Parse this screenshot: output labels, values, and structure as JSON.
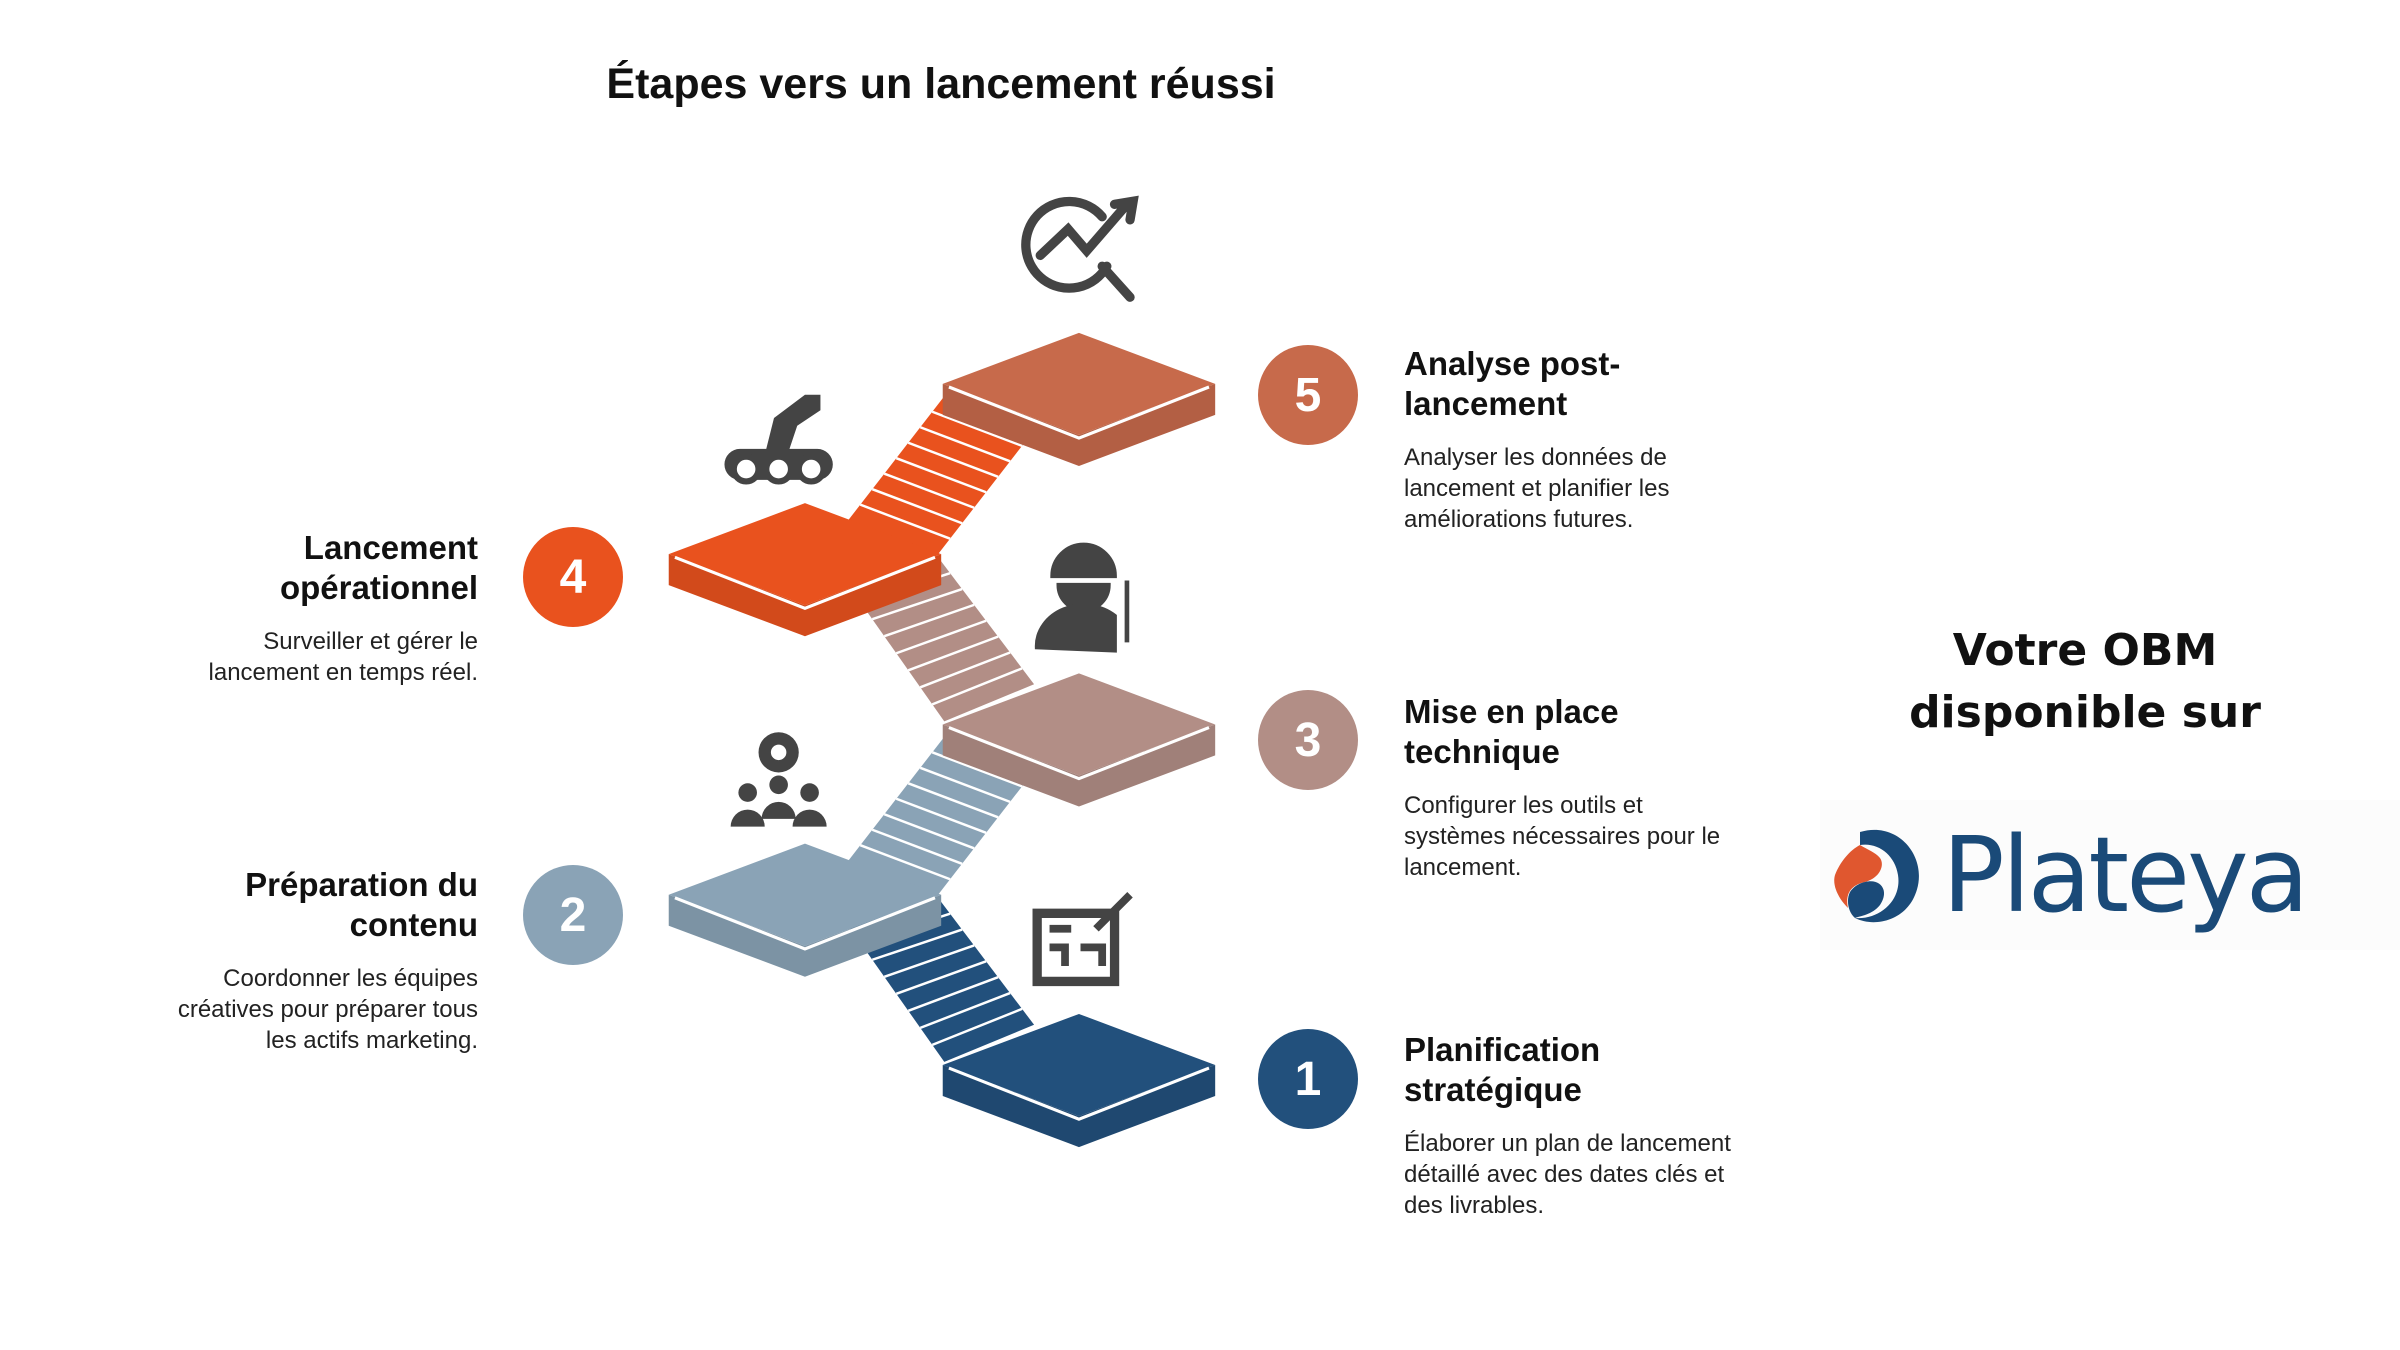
{
  "title": "Étapes vers un lancement réussi",
  "steps": [
    {
      "number": "1",
      "heading": "Planification stratégique",
      "description": "Élaborer un plan de lancement détaillé avec des dates clés et des livrables.",
      "icon": "planning-board-icon",
      "color": "#22507c"
    },
    {
      "number": "2",
      "heading": "Préparation du contenu",
      "description": "Coordonner les équipes créatives pour préparer tous les actifs marketing.",
      "icon": "team-gear-icon",
      "color": "#8aa3b6"
    },
    {
      "number": "3",
      "heading": "Mise en place technique",
      "description": "Configurer les outils et systèmes nécessaires pour le lancement.",
      "icon": "technician-wrench-icon",
      "color": "#b28e86"
    },
    {
      "number": "4",
      "heading": "Lancement opérationnel",
      "description": "Surveiller et gérer le lancement en temps réel.",
      "icon": "rover-robot-icon",
      "color": "#e9521e"
    },
    {
      "number": "5",
      "heading": "Analyse post-lancement",
      "description": "Analyser les données de lancement et planifier les améliorations futures.",
      "icon": "chart-magnifier-icon",
      "color": "#c76a4b"
    }
  ],
  "promo": {
    "line1": "Votre OBM",
    "line2": "disponible sur"
  },
  "logo": {
    "text": "Plateya",
    "primary_color": "#1a4a78",
    "accent_color": "#e0572f"
  }
}
